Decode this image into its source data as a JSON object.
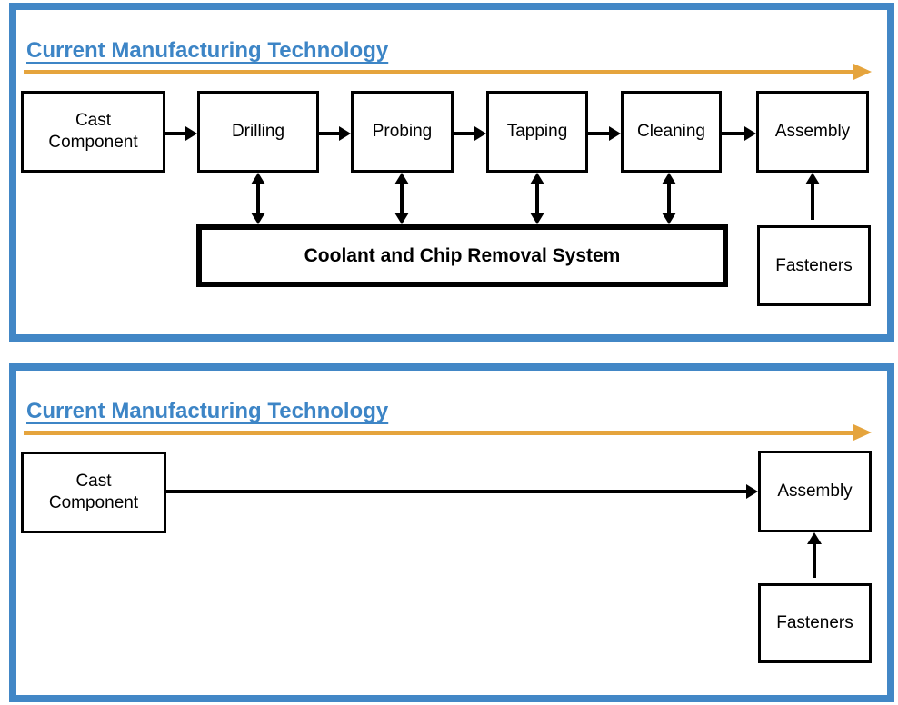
{
  "colors": {
    "panel_border": "#4287C6",
    "title_text": "#3D85C6",
    "flow_arrow": "#E5A43D",
    "diagram_black": "#000000"
  },
  "panel_top": {
    "title": "Current Manufacturing Technology",
    "boxes": {
      "cast_component": "Cast Component",
      "drilling": "Drilling",
      "probing": "Probing",
      "tapping": "Tapping",
      "cleaning": "Cleaning",
      "assembly": "Assembly",
      "coolant_system": "Coolant and Chip Removal System",
      "fasteners": "Fasteners"
    }
  },
  "panel_bottom": {
    "title": "Current Manufacturing Technology",
    "boxes": {
      "cast_component": "Cast Component",
      "assembly": "Assembly",
      "fasteners": "Fasteners"
    }
  }
}
